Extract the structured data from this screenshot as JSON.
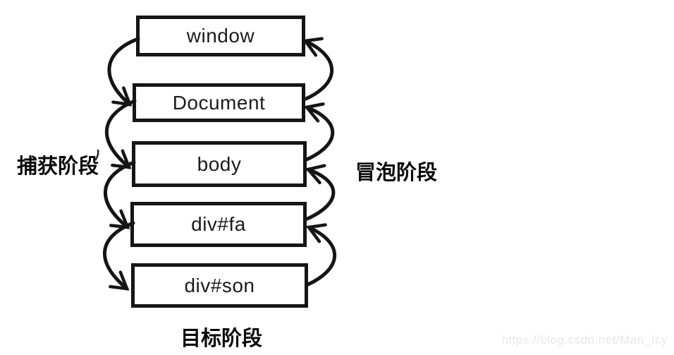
{
  "diagram": {
    "nodes": [
      {
        "label": "window"
      },
      {
        "label": "Document"
      },
      {
        "label": "body"
      },
      {
        "label": "div#fa"
      },
      {
        "label": "div#son"
      }
    ],
    "phases": {
      "capture_label": "捕获阶段",
      "bubble_label": "冒泡阶段",
      "target_label": "目标阶段"
    },
    "arrows": {
      "left_side": "capture flow, top to bottom, 4 curved arrows",
      "right_side": "bubble flow, bottom to top, 4 curved arrows"
    },
    "watermark": "https://blog.csdn.net/Man_fcy",
    "colors": {
      "ink": "#151515",
      "box_fill": "#ffffff",
      "background": "#ffffff",
      "watermark_text": "#e8e8ec"
    }
  }
}
